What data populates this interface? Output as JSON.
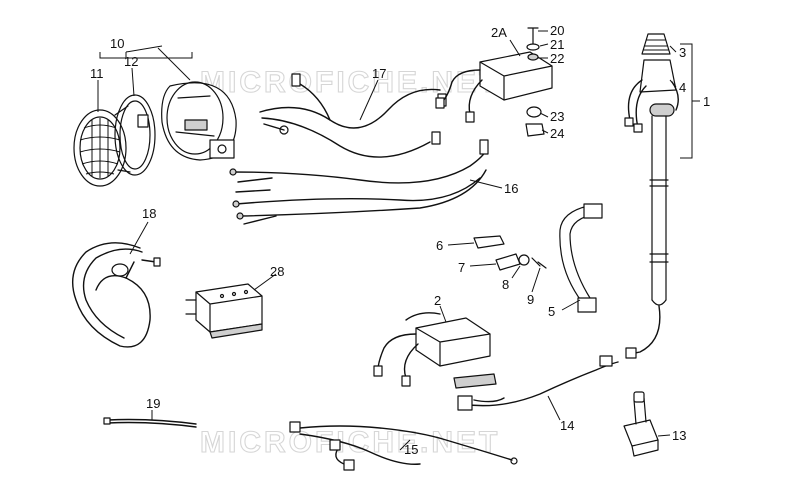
{
  "watermarks": [
    "MICROFICHE.NET",
    "MICROFICHE.NET"
  ],
  "callouts": [
    "1",
    "2",
    "2A",
    "3",
    "4",
    "5",
    "6",
    "7",
    "8",
    "9",
    "10",
    "11",
    "12",
    "13",
    "14",
    "15",
    "16",
    "17",
    "18",
    "19",
    "20",
    "21",
    "22",
    "23",
    "24",
    "28"
  ],
  "colors": {
    "ink": "#111111",
    "watermark": "#d6d6d6",
    "background": "#ffffff"
  }
}
